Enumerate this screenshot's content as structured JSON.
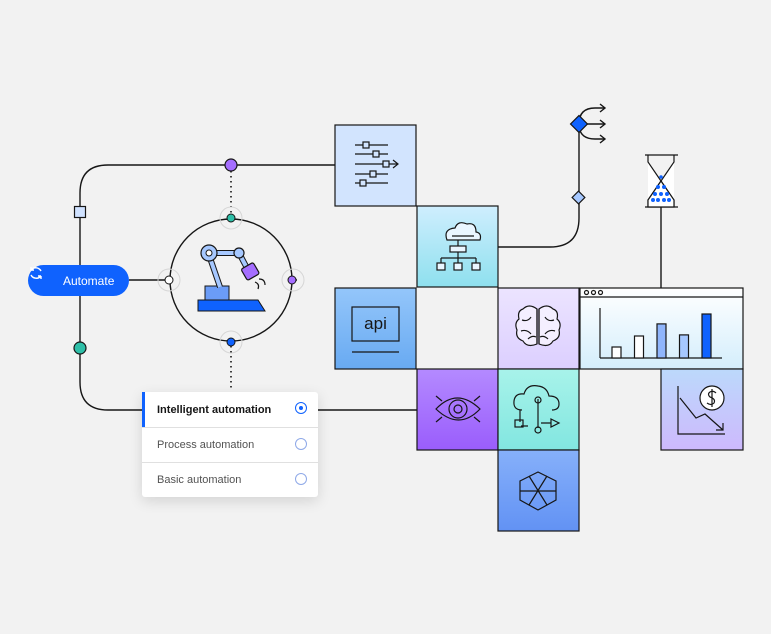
{
  "automate_button": {
    "label": "Automate",
    "icon": "refresh-icon"
  },
  "automation_options": [
    {
      "label": "Intelligent automation",
      "selected": true
    },
    {
      "label": "Process automation",
      "selected": false
    },
    {
      "label": "Basic automation",
      "selected": false
    }
  ],
  "tiles": {
    "api": {
      "label": "api",
      "icon": "api-icon"
    },
    "sliders": {
      "icon": "sliders-icon"
    },
    "cloud_network": {
      "icon": "cloud-network-icon"
    },
    "brain": {
      "icon": "brain-icon"
    },
    "eye": {
      "icon": "eye-icon"
    },
    "cloud_flow": {
      "icon": "cloud-flow-icon"
    },
    "hexagon": {
      "icon": "hexagon-icon"
    },
    "cost_down": {
      "icon": "dollar-down-icon"
    }
  },
  "bar_chart": {
    "values": [
      1,
      2,
      3.1,
      2.1,
      4
    ]
  },
  "colors": {
    "accent": "#0f62fe",
    "teal": "#2ebfa8",
    "purple": "#a56eff",
    "tile_light_blue": "#d0e2ff",
    "tile_cyan": "#a9e6f2",
    "tile_blue": "#78b5f5",
    "tile_lavender": "#e5d9ff",
    "tile_purple": "#a56eff",
    "tile_teal": "#9ef0e6",
    "tile_periwinkle": "#6f9cf5"
  }
}
